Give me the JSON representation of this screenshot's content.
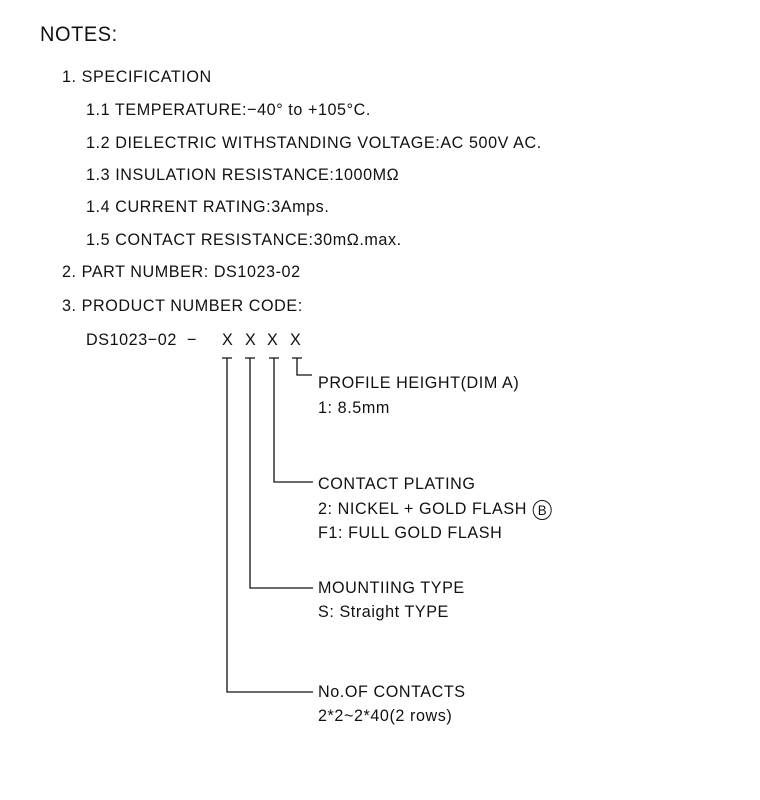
{
  "title": "NOTES:",
  "notes": [
    {
      "num": "1.",
      "text": "SPECIFICATION"
    },
    {
      "num": "2.",
      "text": "PART NUMBER: DS1023-02"
    },
    {
      "num": "3.",
      "text": "PRODUCT NUMBER CODE:"
    }
  ],
  "spec": [
    "1.1 TEMPERATURE:−40° to +105°C.",
    "1.2 DIELECTRIC WITHSTANDING VOLTAGE:AC 500V AC.",
    "1.3 INSULATION RESISTANCE:1000MΩ",
    "1.4 CURRENT RATING:3Amps.",
    "1.5 CONTACT RESISTANCE:30mΩ.max."
  ],
  "code": {
    "prefix": "DS1023−02  −",
    "placeholders": [
      "X",
      "X",
      "X",
      "X"
    ],
    "fields": [
      {
        "label": "PROFILE HEIGHT(DIM A)",
        "options": [
          "1: 8.5mm"
        ]
      },
      {
        "label": "CONTACT PLATING",
        "options": [
          "2: NICKEL + GOLD FLASH",
          "F1: FULL GOLD FLASH"
        ],
        "revision_mark": "B"
      },
      {
        "label": "MOUNTIING TYPE",
        "options": [
          "S: Straight TYPE"
        ]
      },
      {
        "label": "No.OF CONTACTS",
        "options": [
          "2*2~2*40(2 rows)"
        ]
      }
    ]
  }
}
